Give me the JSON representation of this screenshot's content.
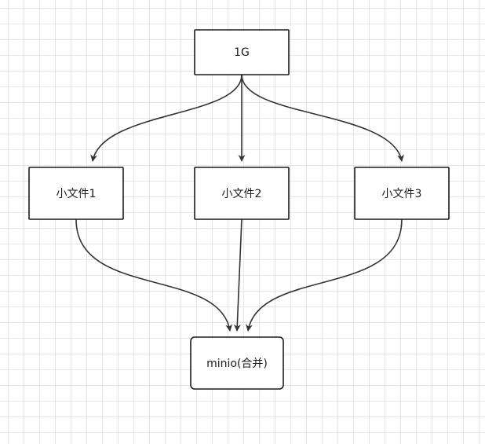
{
  "diagram": {
    "nodes": {
      "root": {
        "label": "1G"
      },
      "file1": {
        "label": "小文件1"
      },
      "file2": {
        "label": "小文件2"
      },
      "file3": {
        "label": "小文件3"
      },
      "merge": {
        "label": "minio(合并)"
      }
    },
    "edges": [
      {
        "from": "root",
        "to": "file1"
      },
      {
        "from": "root",
        "to": "file2"
      },
      {
        "from": "root",
        "to": "file3"
      },
      {
        "from": "file1",
        "to": "merge"
      },
      {
        "from": "file2",
        "to": "merge"
      },
      {
        "from": "file3",
        "to": "merge"
      }
    ]
  },
  "colors": {
    "stroke": "#1a1a1a",
    "edge": "#333333",
    "grid": "#e6e6e6",
    "background": "#ffffff"
  }
}
